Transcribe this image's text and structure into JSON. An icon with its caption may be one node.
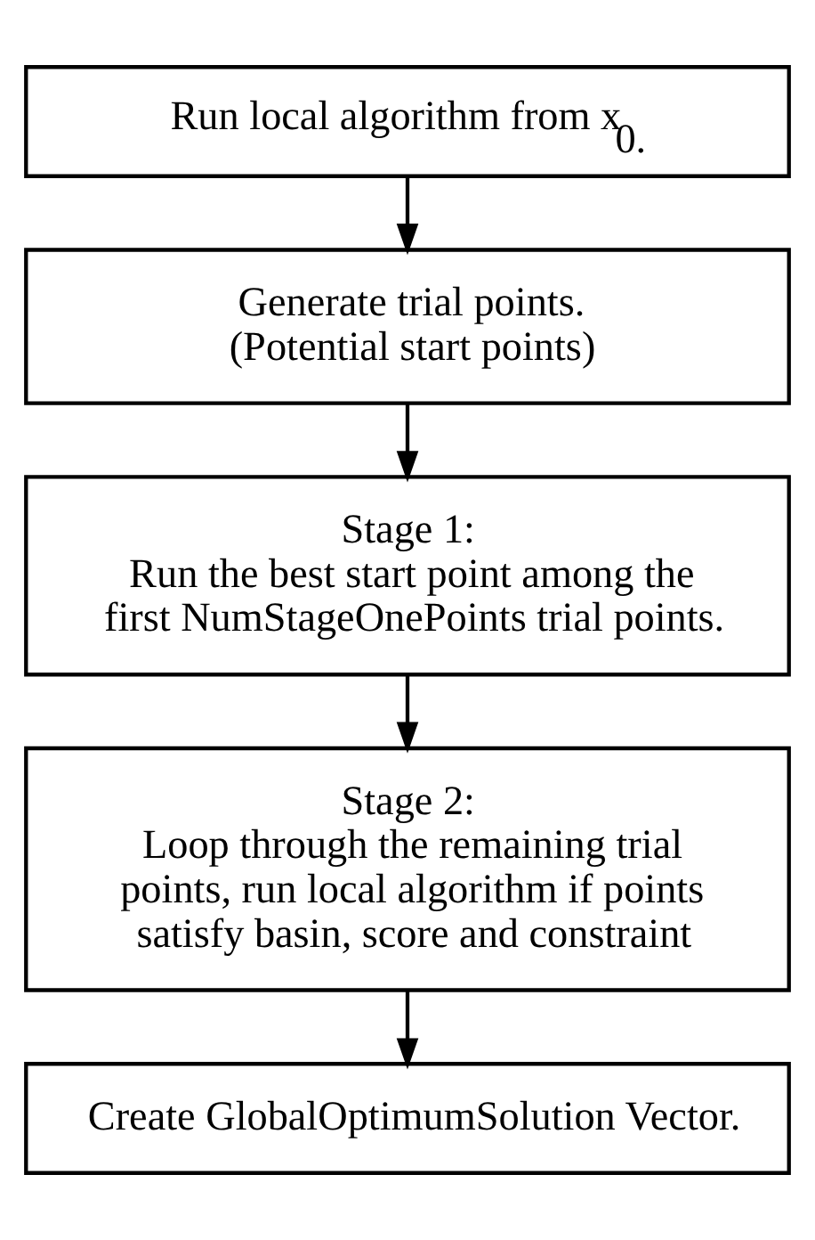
{
  "diagram": {
    "nodes": [
      {
        "text": [
          "Run local algorithm from x$_{0.}$"
        ]
      },
      {
        "text": [
          "Generate trial points.",
          "(Potential start points)"
        ]
      },
      {
        "text": [
          "Stage 1:",
          "Run the best start point among the first NumStageOnePoints trial points."
        ]
      },
      {
        "text": [
          "Stage 2:",
          "Loop through the remaining trial points, run local algorithm if points satisfy basin, score and constraint"
        ]
      },
      {
        "text": [
          "Create GlobalOptimumSolution Vector."
        ]
      }
    ],
    "edges": [
      {
        "from": 0,
        "to": 1,
        "arrow": "to"
      },
      {
        "from": 1,
        "to": 2,
        "arrow": "to"
      },
      {
        "from": 2,
        "to": 3,
        "arrow": "to"
      },
      {
        "from": 3,
        "to": 4,
        "arrow": "to"
      }
    ]
  }
}
